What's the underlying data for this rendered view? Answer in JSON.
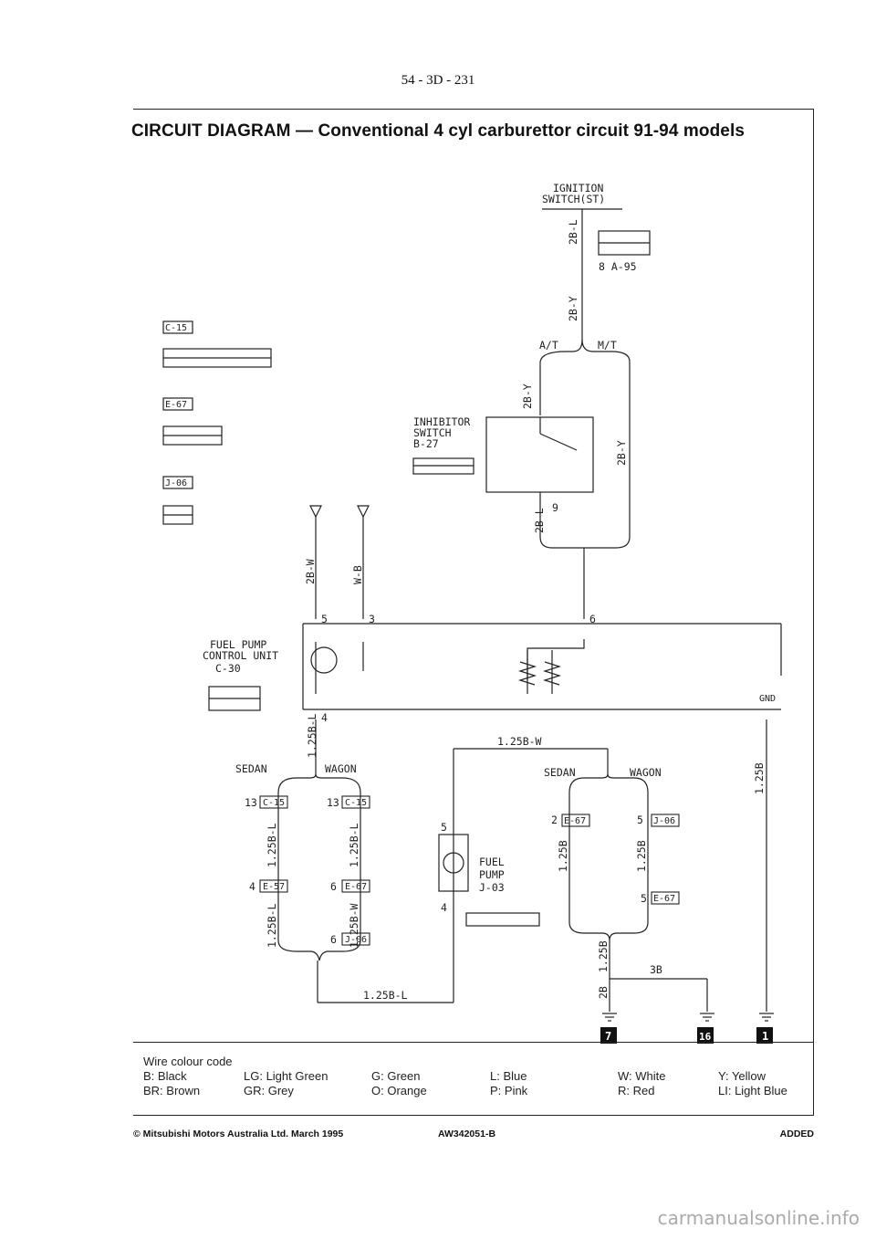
{
  "header": {
    "page_number": "54 - 3D - 231"
  },
  "title": "CIRCUIT DIAGRAM — Conventional 4 cyl carburettor circuit 91-94 models",
  "diagram": {
    "ignition_switch": [
      "IGNITION",
      "SWITCH(ST)"
    ],
    "connector_a95": "8 A-95",
    "wire_2bl": "2B-L",
    "wire_2by": "2B-Y",
    "at_label": "A/T",
    "mt_label": "M/T",
    "inhibitor_switch": [
      "INHIBITOR",
      "SWITCH",
      "B-27"
    ],
    "pin_9": "9",
    "connector_c15": "C-15",
    "connector_e67": "E-67",
    "connector_j06": "J-06",
    "connector_e57": "E-57",
    "wire_2bw": "2B-W",
    "wire_wb": "W-B",
    "pin_5": "5",
    "pin_3": "3",
    "pin_6": "6",
    "pin_4": "4",
    "pin_2": "2",
    "pin_13": "13",
    "fuel_pump_control": [
      "FUEL PUMP",
      "CONTROL UNIT",
      "C-30"
    ],
    "gnd_label": "GND",
    "wire_125bl": "1.25B-L",
    "wire_125bw": "1.25B-W",
    "wire_125b": "1.25B",
    "sedan_label": "SEDAN",
    "wagon_label": "WAGON",
    "fuel_pump": [
      "FUEL",
      "PUMP",
      "J-03"
    ],
    "wire_3b": "3B",
    "wire_2b": "2B",
    "ground_badges": [
      "7",
      "16",
      "1"
    ]
  },
  "legend": {
    "title": "Wire colour code",
    "rows": [
      [
        "B: Black",
        "LG: Light Green",
        "G: Green",
        "L: Blue",
        "W: White",
        "Y: Yellow"
      ],
      [
        "BR: Brown",
        "GR: Grey",
        "O: Orange",
        "P: Pink",
        "R: Red",
        "LI: Light Blue"
      ]
    ]
  },
  "footer": {
    "copyright": "© Mitsubishi Motors Australia Ltd. March 1995",
    "doc_code": "AW342051-B",
    "status": "ADDED"
  },
  "watermark": "carmanualsonline.info"
}
